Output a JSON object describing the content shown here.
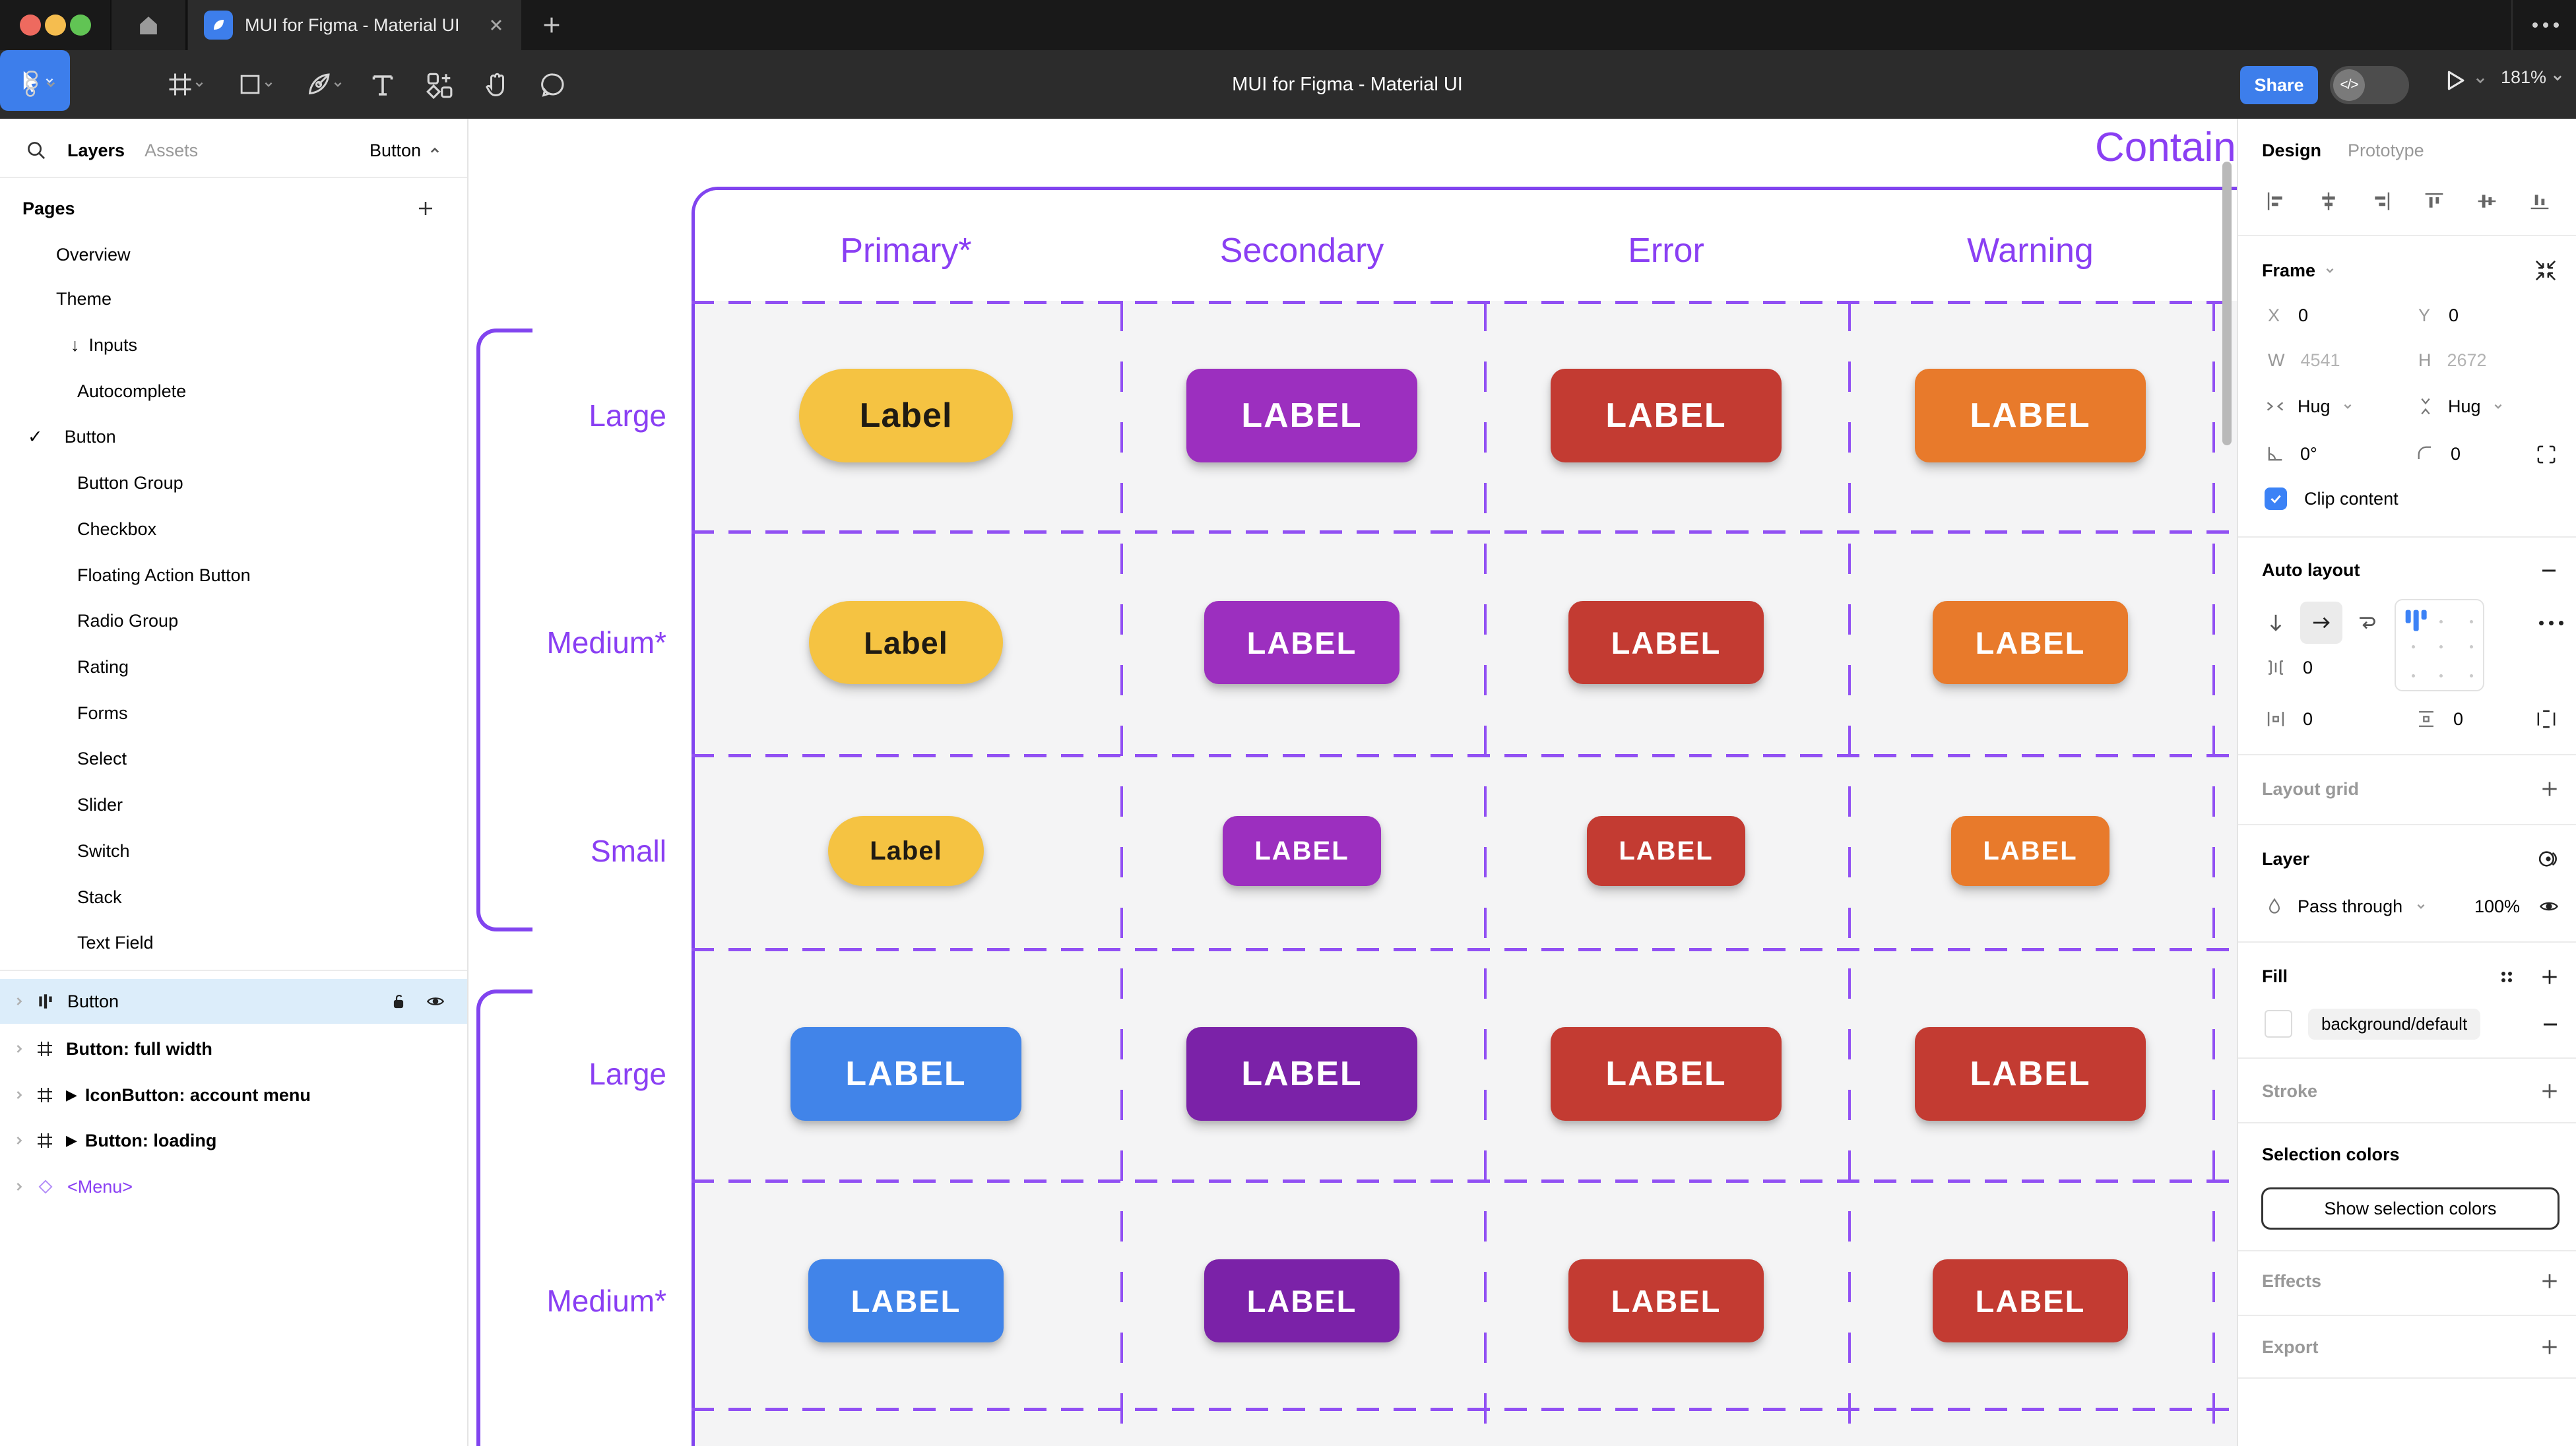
{
  "window": {
    "tab_title": "MUI for Figma - Material UI",
    "toolbar_title": "MUI for Figma - Material UI",
    "share_label": "Share",
    "zoom_level": "181%",
    "dev_mode_glyph": "</>"
  },
  "left_panel": {
    "layers_tab": "Layers",
    "assets_tab": "Assets",
    "page_selector": "Button",
    "pages_header": "Pages",
    "check_glyph": "✓",
    "inputs_arrow": "↓",
    "pages": [
      {
        "label": "Overview"
      },
      {
        "label": "Theme"
      },
      {
        "label": "Inputs"
      },
      {
        "label": "Autocomplete"
      },
      {
        "label": "Button"
      },
      {
        "label": "Button Group"
      },
      {
        "label": "Checkbox"
      },
      {
        "label": "Floating Action Button"
      },
      {
        "label": "Radio Group"
      },
      {
        "label": "Rating"
      },
      {
        "label": "Forms"
      },
      {
        "label": "Select"
      },
      {
        "label": "Slider"
      },
      {
        "label": "Switch"
      },
      {
        "label": "Stack"
      },
      {
        "label": "Text Field"
      }
    ],
    "layers": [
      {
        "label": "Button",
        "marker": ""
      },
      {
        "label": "Button: full width",
        "marker": ""
      },
      {
        "label": "IconButton: account menu",
        "marker": "▶"
      },
      {
        "label": "Button: loading",
        "marker": "▶"
      },
      {
        "label": "<Menu>",
        "marker": ""
      }
    ]
  },
  "canvas": {
    "title": "Contained",
    "columns": [
      "Primary*",
      "Secondary",
      "Error",
      "Warning"
    ],
    "rows": [
      {
        "label": "Large",
        "size": "large",
        "buttons": [
          {
            "text": "Label",
            "bg": "#F5C342",
            "fg": "#1F1B13"
          },
          {
            "text": "LABEL",
            "bg": "#9C2FBF",
            "fg": "#FFFFFF"
          },
          {
            "text": "LABEL",
            "bg": "#C33B32",
            "fg": "#FFFFFF"
          },
          {
            "text": "LABEL",
            "bg": "#E87A2B",
            "fg": "#FFFFFF"
          }
        ]
      },
      {
        "label": "Medium*",
        "size": "medium",
        "buttons": [
          {
            "text": "Label",
            "bg": "#F5C342",
            "fg": "#1F1B13"
          },
          {
            "text": "LABEL",
            "bg": "#9C2FBF",
            "fg": "#FFFFFF"
          },
          {
            "text": "LABEL",
            "bg": "#C33B32",
            "fg": "#FFFFFF"
          },
          {
            "text": "LABEL",
            "bg": "#E87A2B",
            "fg": "#FFFFFF"
          }
        ]
      },
      {
        "label": "Small",
        "size": "small",
        "buttons": [
          {
            "text": "Label",
            "bg": "#F5C342",
            "fg": "#1F1B13"
          },
          {
            "text": "LABEL",
            "bg": "#9C2FBF",
            "fg": "#FFFFFF"
          },
          {
            "text": "LABEL",
            "bg": "#C33B32",
            "fg": "#FFFFFF"
          },
          {
            "text": "LABEL",
            "bg": "#E87A2B",
            "fg": "#FFFFFF"
          }
        ]
      },
      {
        "label": "Large",
        "size": "large",
        "buttons": [
          {
            "text": "LABEL",
            "bg": "#4184E9",
            "fg": "#FFFFFF"
          },
          {
            "text": "LABEL",
            "bg": "#7B22A8",
            "fg": "#FFFFFF"
          },
          {
            "text": "LABEL",
            "bg": "#C33B32",
            "fg": "#FFFFFF"
          },
          {
            "text": "LABEL",
            "bg": "#C33B32",
            "fg": "#FFFFFF"
          }
        ]
      },
      {
        "label": "Medium*",
        "size": "medium",
        "buttons": [
          {
            "text": "LABEL",
            "bg": "#4184E9",
            "fg": "#FFFFFF"
          },
          {
            "text": "LABEL",
            "bg": "#7B22A8",
            "fg": "#FFFFFF"
          },
          {
            "text": "LABEL",
            "bg": "#C33B32",
            "fg": "#FFFFFF"
          },
          {
            "text": "LABEL",
            "bg": "#C33B32",
            "fg": "#FFFFFF"
          }
        ]
      }
    ]
  },
  "right_panel": {
    "design_tab": "Design",
    "prototype_tab": "Prototype",
    "frame": {
      "title": "Frame",
      "x_label": "X",
      "x_value": "0",
      "y_label": "Y",
      "y_value": "0",
      "w_label": "W",
      "w_value": "4541",
      "h_label": "H",
      "h_value": "2672",
      "h_sizing": "Hug",
      "v_sizing": "Hug",
      "rotation": "0°",
      "corner_radius": "0",
      "clip_content": "Clip content"
    },
    "auto_layout": {
      "title": "Auto layout",
      "gap": "0",
      "h_padding": "0",
      "v_padding": "0"
    },
    "layout_grid_title": "Layout grid",
    "layer": {
      "title": "Layer",
      "blend_mode": "Pass through",
      "opacity": "100%"
    },
    "fill": {
      "title": "Fill",
      "token": "background/default"
    },
    "stroke_title": "Stroke",
    "selection_colors": {
      "title": "Selection colors",
      "button": "Show selection colors"
    },
    "effects_title": "Effects",
    "export_title": "Export"
  },
  "colors": {
    "accent_blue": "#3D7EEB",
    "canvas_purple": "#8A3FF3",
    "selected_row": "#DCEDFA",
    "traffic_red": "#EE6A5F",
    "traffic_yellow": "#F5BD4F",
    "traffic_green": "#61C454"
  }
}
